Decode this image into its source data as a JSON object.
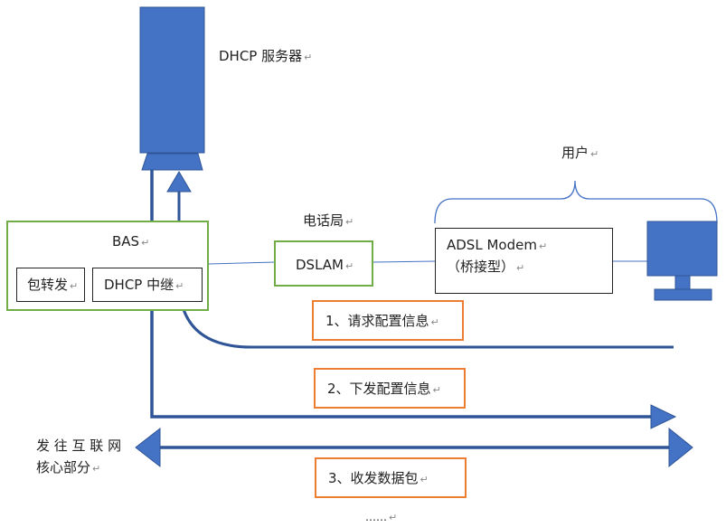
{
  "colors": {
    "blue": "#4472c4",
    "darkblue": "#2f5597",
    "green": "#70ad47",
    "orange": "#ed7d31"
  },
  "dhcp_server": {
    "label": "DHCP 服务器"
  },
  "user": {
    "label": "用户"
  },
  "telecom": {
    "label": "电话局"
  },
  "bas": {
    "label": "BAS",
    "packet_forward": "包转发",
    "dhcp_relay": "DHCP 中继"
  },
  "dslam": {
    "label": "DSLAM"
  },
  "modem": {
    "line1": "ADSL Modem",
    "line2": "（桥接型）"
  },
  "steps": [
    {
      "label": "1、请求配置信息"
    },
    {
      "label": "2、下发配置信息"
    },
    {
      "label": "3、收发数据包"
    }
  ],
  "core": {
    "line1": "发 往 互 联 网",
    "line2": "核心部分"
  },
  "ellipsis": "……",
  "para_mark": "↵"
}
